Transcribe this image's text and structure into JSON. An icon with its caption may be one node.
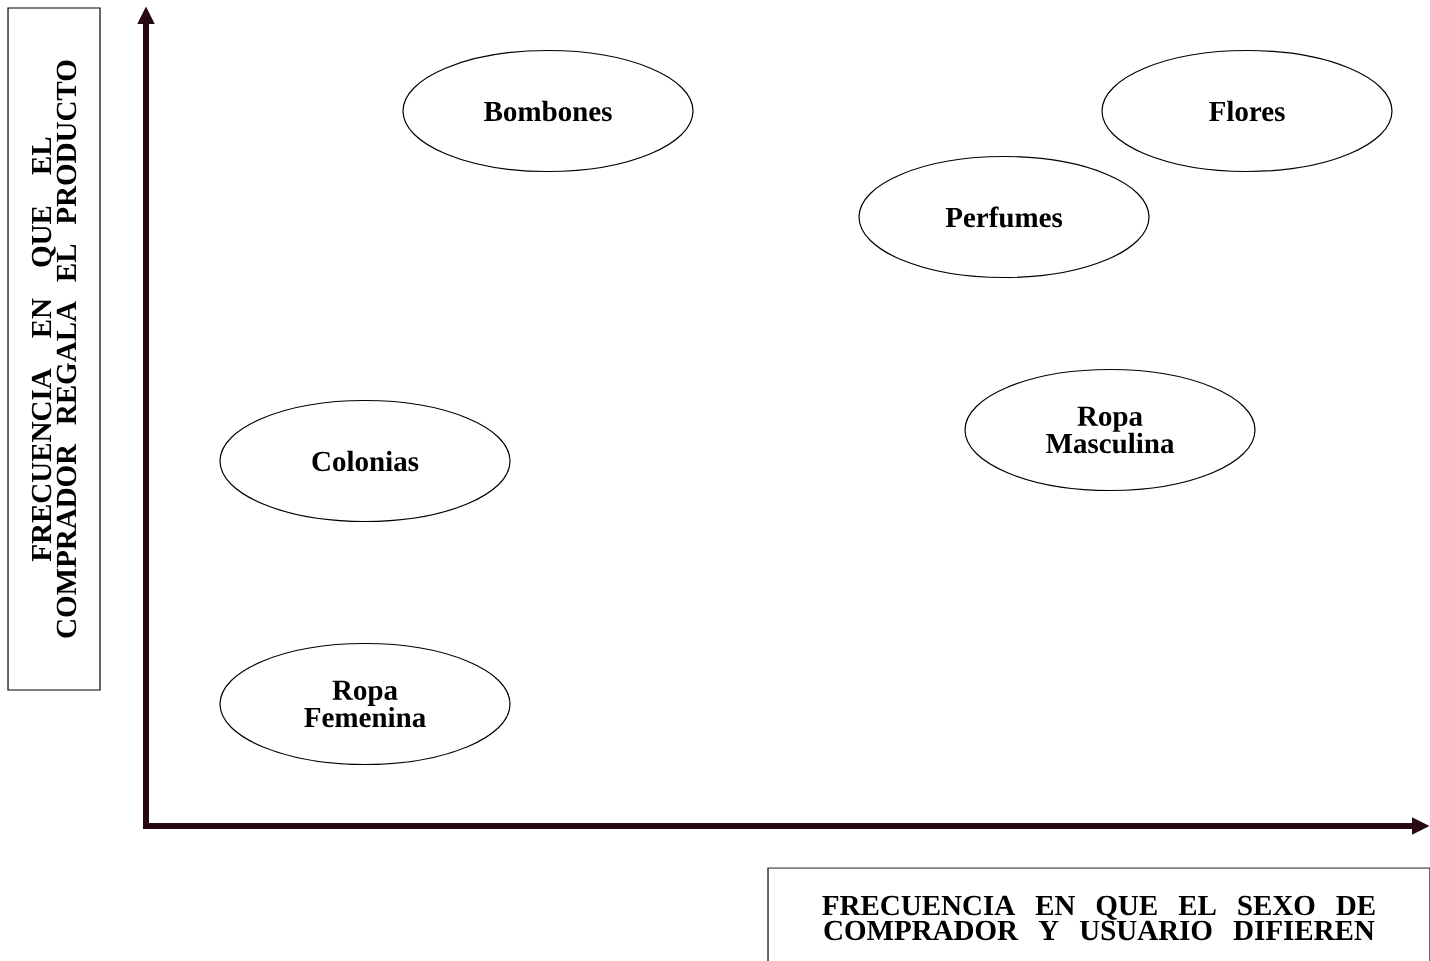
{
  "diagram": {
    "nodes": [
      {
        "text": [
          "FRECUENCIA EN QUE EL COMPRADOR REGALA EL PRODUCTO"
        ]
      },
      {
        "text": [
          "Bombones"
        ]
      },
      {
        "text": [
          "Flores"
        ]
      },
      {
        "text": [
          "Perfumes"
        ]
      },
      {
        "text": [
          "Colonias"
        ]
      },
      {
        "text": [
          "Ropa Masculina"
        ]
      },
      {
        "text": [
          "Ropa Femenina"
        ]
      },
      {
        "text": [
          "FRECUENCIA EN QUE EL SEXO DE COMPRADOR Y USUARIO DIFIEREN"
        ]
      }
    ]
  }
}
